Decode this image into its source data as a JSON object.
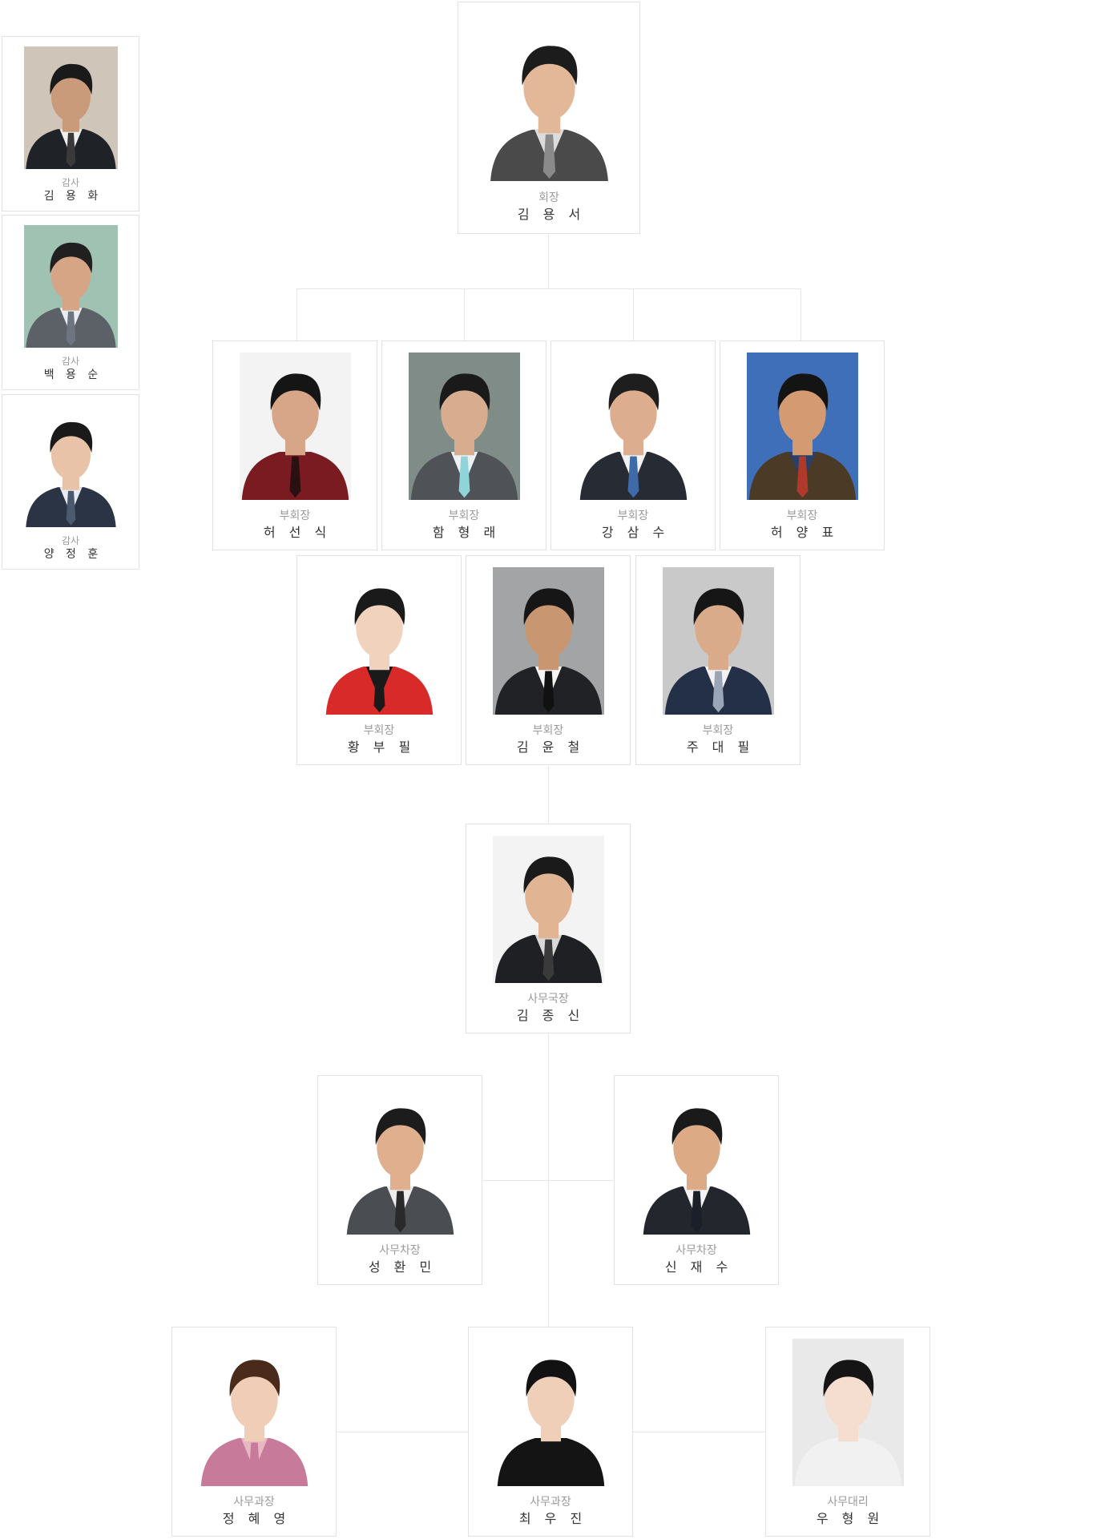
{
  "president": {
    "role": "회장",
    "name": "김 용 서",
    "bg": "#ffffff",
    "suit": "#4a4a4a",
    "shirt": "#dcdcdc",
    "tie": "#8a8a8a",
    "skin": "#e2b898",
    "hair": "#1c1c1c"
  },
  "auditors": [
    {
      "role": "감사",
      "name": "김 용 화",
      "bg": "#cfc5b8",
      "suit": "#1f2328",
      "shirt": "#f0f0f0",
      "tie": "#3a3a3a",
      "skin": "#c99b7a",
      "hair": "#1a1a1a"
    },
    {
      "role": "감사",
      "name": "백 용 순",
      "bg": "#9fc2b2",
      "suit": "#5b6166",
      "shirt": "#e8eef2",
      "tie": "#6d7680",
      "skin": "#d6a586",
      "hair": "#202020"
    },
    {
      "role": "감사",
      "name": "양 정 훈",
      "bg": "#ffffff",
      "suit": "#2b3445",
      "shirt": "#e8ecf3",
      "tie": "#4b5a6e",
      "skin": "#e8c3a8",
      "hair": "#1a1a1a"
    }
  ],
  "vice_presidents": [
    {
      "role": "부회장",
      "name": "허 선 식",
      "bg": "#f3f3f3",
      "suit": "#7a1b22",
      "shirt": "#7a1b22",
      "tie": "#2a1010",
      "skin": "#d7a588",
      "hair": "#151515"
    },
    {
      "role": "부회장",
      "name": "함 형 래",
      "bg": "#7f8c87",
      "suit": "#4f5358",
      "shirt": "#eef1f3",
      "tie": "#8fd4d8",
      "skin": "#d8ad8f",
      "hair": "#1a1a1a"
    },
    {
      "role": "부회장",
      "name": "강 삼 수",
      "bg": "#ffffff",
      "suit": "#272b33",
      "shirt": "#f2f2f2",
      "tie": "#3f6aa8",
      "skin": "#dcae8f",
      "hair": "#1e1e1e"
    },
    {
      "role": "부회장",
      "name": "허 양 표",
      "bg": "#3f6fb8",
      "suit": "#4a3a26",
      "shirt": "#2a3f6a",
      "tie": "#b03a2a",
      "skin": "#d49b73",
      "hair": "#141414"
    },
    {
      "role": "부회장",
      "name": "황 부 필",
      "bg": "#ffffff",
      "suit": "#d92a2a",
      "shirt": "#1a1a1a",
      "tie": "#1a1a1a",
      "skin": "#f1d2bd",
      "hair": "#1a1a1a"
    },
    {
      "role": "부회장",
      "name": "김 윤 철",
      "bg": "#a2a4a6",
      "suit": "#202226",
      "shirt": "#f4f4f4",
      "tie": "#111111",
      "skin": "#c99672",
      "hair": "#161616"
    },
    {
      "role": "부회장",
      "name": "주 대 필",
      "bg": "#c9c9c9",
      "suit": "#243048",
      "shirt": "#f2f2f2",
      "tie": "#9aa6b8",
      "skin": "#d9ab8a",
      "hair": "#161616"
    }
  ],
  "secretary_general": {
    "role": "사무국장",
    "name": "김 종 신",
    "bg": "#f3f3f3",
    "suit": "#1e2024",
    "shirt": "#d8d8d8",
    "tie": "#3a3a3a",
    "skin": "#e1b594",
    "hair": "#1a1a1a"
  },
  "deputy_secretaries": [
    {
      "role": "사무차장",
      "name": "성 환 민",
      "bg": "#ffffff",
      "suit": "#4a4d52",
      "shirt": "#eeeeee",
      "tie": "#2a2a2a",
      "skin": "#e0b08e",
      "hair": "#1c1c1c"
    },
    {
      "role": "사무차장",
      "name": "신 재 수",
      "bg": "#ffffff",
      "suit": "#23262c",
      "shirt": "#f3f3f3",
      "tie": "#1b1f2a",
      "skin": "#dcab86",
      "hair": "#1a1a1a"
    }
  ],
  "managers": [
    {
      "role": "사무과장",
      "name": "정 혜 영",
      "bg": "#ffffff",
      "suit": "#c87a9a",
      "shirt": "#e7b7c4",
      "tie": "#c87a9a",
      "skin": "#f0cdb6",
      "hair": "#4a2a1a"
    },
    {
      "role": "사무과장",
      "name": "최 우 진",
      "bg": "#ffffff",
      "suit": "#141414",
      "shirt": "#141414",
      "tie": "#141414",
      "skin": "#efcfb8",
      "hair": "#121212"
    },
    {
      "role": "사무대리",
      "name": "우 형 원",
      "bg": "#e9e9e9",
      "suit": "#f1f1f1",
      "shirt": "#f1f1f1",
      "tie": "#f1f1f1",
      "skin": "#f5ded0",
      "hair": "#151515"
    }
  ]
}
